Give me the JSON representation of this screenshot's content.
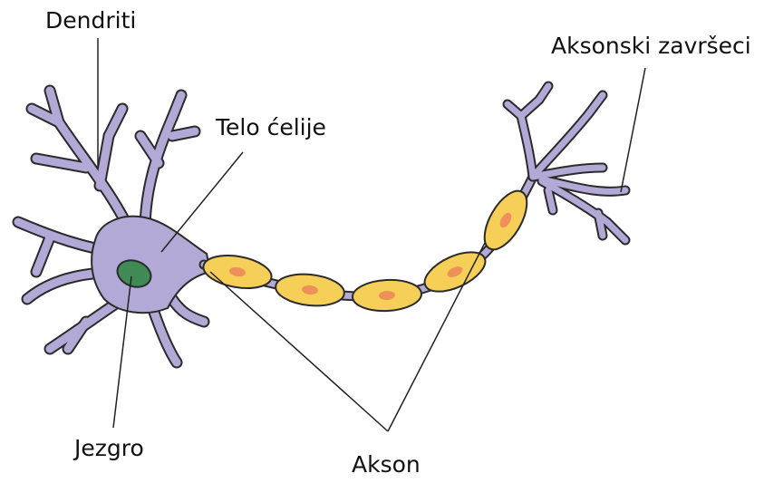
{
  "labels": {
    "dendrites": "Dendriti",
    "cell_body": "Telo ćelije",
    "axon_terminals": "Aksonski završeci",
    "nucleus": "Jezgro",
    "axon": "Akson"
  },
  "colors": {
    "neuron_body": "#b3a9d6",
    "outline": "#2b2b2b",
    "nucleus": "#3f8a55",
    "myelin": "#f5cf57",
    "myelin_nucleus": "#ef8f5a",
    "leader_line": "#222222",
    "background": "#ffffff"
  }
}
